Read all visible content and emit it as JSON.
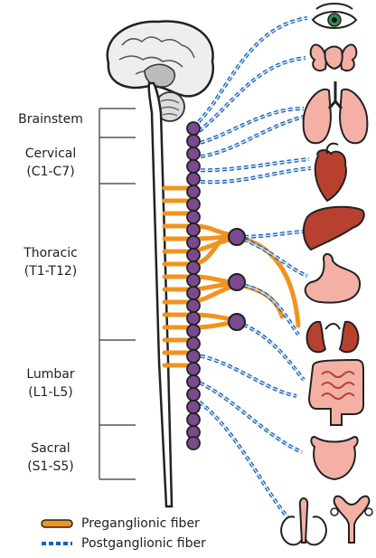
{
  "regions": {
    "brainstem": "Brainstem",
    "cervical": "Cervical",
    "cervical_range": "(C1-C7)",
    "thoracic": "Thoracic",
    "thoracic_range": "(T1-T12)",
    "lumbar": "Lumbar",
    "lumbar_range": "(L1-L5)",
    "sacral": "Sacral",
    "sacral_range": "(S1-S5)"
  },
  "legend": {
    "preganglionic": "Preganglionic fiber",
    "postganglionic": "Postganglionic fiber"
  },
  "colors": {
    "preganglionic": "#f0941f",
    "postganglionic": "#1a5fb4",
    "ganglion": "#7b4a8e",
    "organ_pink": "#f4b0a5",
    "organ_red": "#b8402f"
  }
}
